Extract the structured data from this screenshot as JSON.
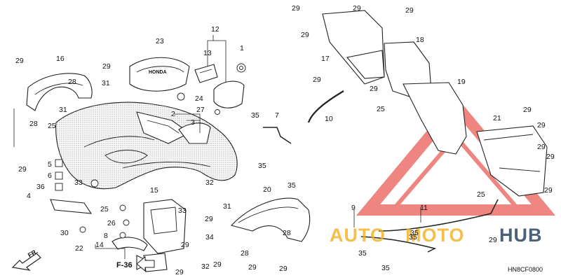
{
  "diagram_code": "HN8CF0800",
  "figure_ref": "F-36",
  "front_label": "FR.",
  "decal_text": "HONDA",
  "watermark": {
    "word1": "AUTO",
    "word2": "MOTO",
    "word3": "HUB",
    "color_red": "#e3231b",
    "color_gold": "#f2b01e",
    "color_dark": "#1f3a5a"
  },
  "callouts": [
    {
      "t": "29"
    },
    {
      "t": "29"
    },
    {
      "t": "29"
    },
    {
      "t": "29"
    },
    {
      "t": "16"
    },
    {
      "t": "28"
    },
    {
      "t": "31"
    },
    {
      "t": "31"
    },
    {
      "t": "28"
    },
    {
      "t": "25"
    },
    {
      "t": "29"
    },
    {
      "t": "23"
    },
    {
      "t": "29"
    },
    {
      "t": "12"
    },
    {
      "t": "13"
    },
    {
      "t": "1"
    },
    {
      "t": "24"
    },
    {
      "t": "2"
    },
    {
      "t": "27"
    },
    {
      "t": "3"
    },
    {
      "t": "5"
    },
    {
      "t": "6"
    },
    {
      "t": "36"
    },
    {
      "t": "4"
    },
    {
      "t": "33"
    },
    {
      "t": "25"
    },
    {
      "t": "26"
    },
    {
      "t": "30"
    },
    {
      "t": "8"
    },
    {
      "t": "22"
    },
    {
      "t": "14"
    },
    {
      "t": "15"
    },
    {
      "t": "32"
    },
    {
      "t": "33"
    },
    {
      "t": "29"
    },
    {
      "t": "34"
    },
    {
      "t": "31"
    },
    {
      "t": "29"
    },
    {
      "t": "32"
    },
    {
      "t": "29"
    },
    {
      "t": "20"
    },
    {
      "t": "28"
    },
    {
      "t": "28"
    },
    {
      "t": "29"
    },
    {
      "t": "29"
    },
    {
      "t": "29"
    },
    {
      "t": "35"
    },
    {
      "t": "7"
    },
    {
      "t": "35"
    },
    {
      "t": "35"
    },
    {
      "t": "10"
    },
    {
      "t": "29"
    },
    {
      "t": "29"
    },
    {
      "t": "29"
    },
    {
      "t": "17"
    },
    {
      "t": "18"
    },
    {
      "t": "25"
    },
    {
      "t": "19"
    },
    {
      "t": "21"
    },
    {
      "t": "29"
    },
    {
      "t": "29"
    },
    {
      "t": "29"
    },
    {
      "t": "25"
    },
    {
      "t": "29"
    },
    {
      "t": "29"
    },
    {
      "t": "9"
    },
    {
      "t": "35"
    },
    {
      "t": "11"
    },
    {
      "t": "35"
    },
    {
      "t": "35"
    },
    {
      "t": "35"
    },
    {
      "t": "29"
    }
  ]
}
